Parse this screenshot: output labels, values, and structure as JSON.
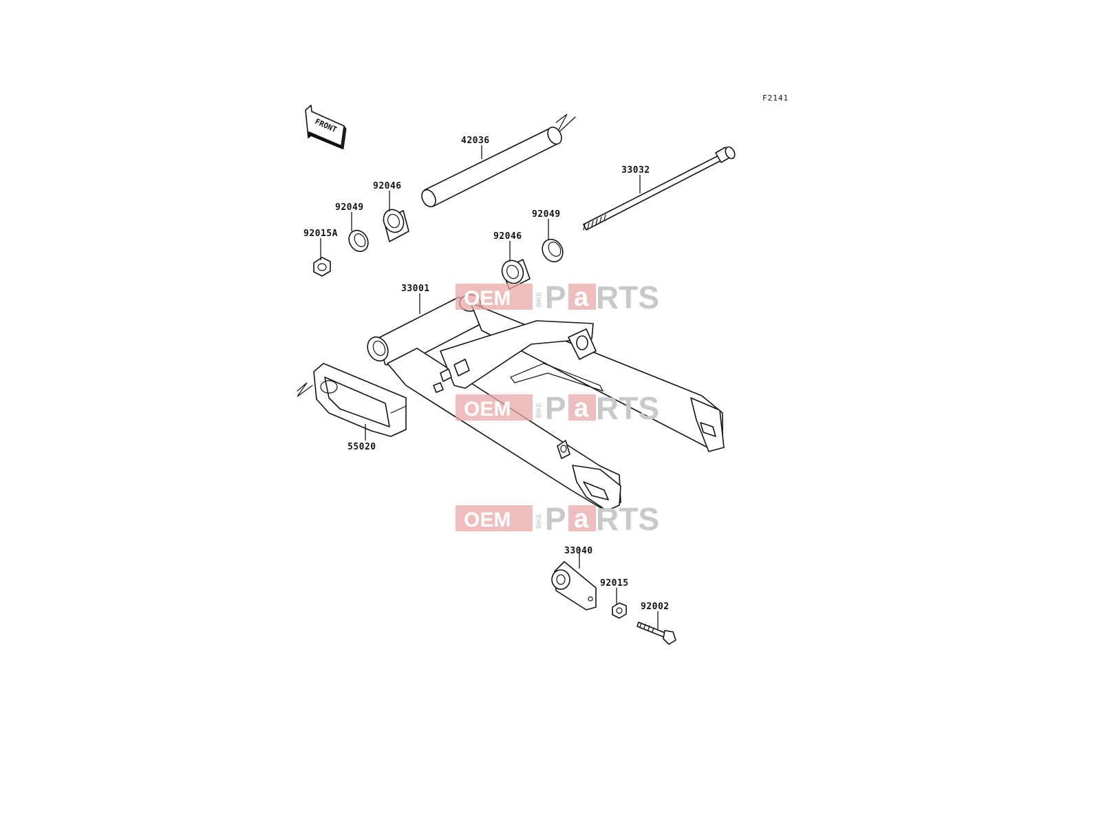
{
  "diagram": {
    "code": "F2141",
    "front_label": "FRONT"
  },
  "parts": [
    {
      "id": "42036",
      "label": "42036"
    },
    {
      "id": "33032",
      "label": "33032"
    },
    {
      "id": "92046a",
      "label": "92046"
    },
    {
      "id": "92049a",
      "label": "92049"
    },
    {
      "id": "92015A",
      "label": "92015A"
    },
    {
      "id": "92049b",
      "label": "92049"
    },
    {
      "id": "92046b",
      "label": "92046"
    },
    {
      "id": "33001",
      "label": "33001"
    },
    {
      "id": "55020",
      "label": "55020"
    },
    {
      "id": "33040",
      "label": "33040"
    },
    {
      "id": "92015",
      "label": "92015"
    },
    {
      "id": "92002",
      "label": "92002"
    }
  ],
  "watermark": {
    "oem": "OEM",
    "bike": "BIKE",
    "p": "P",
    "a": "a",
    "rts": "RTS"
  }
}
